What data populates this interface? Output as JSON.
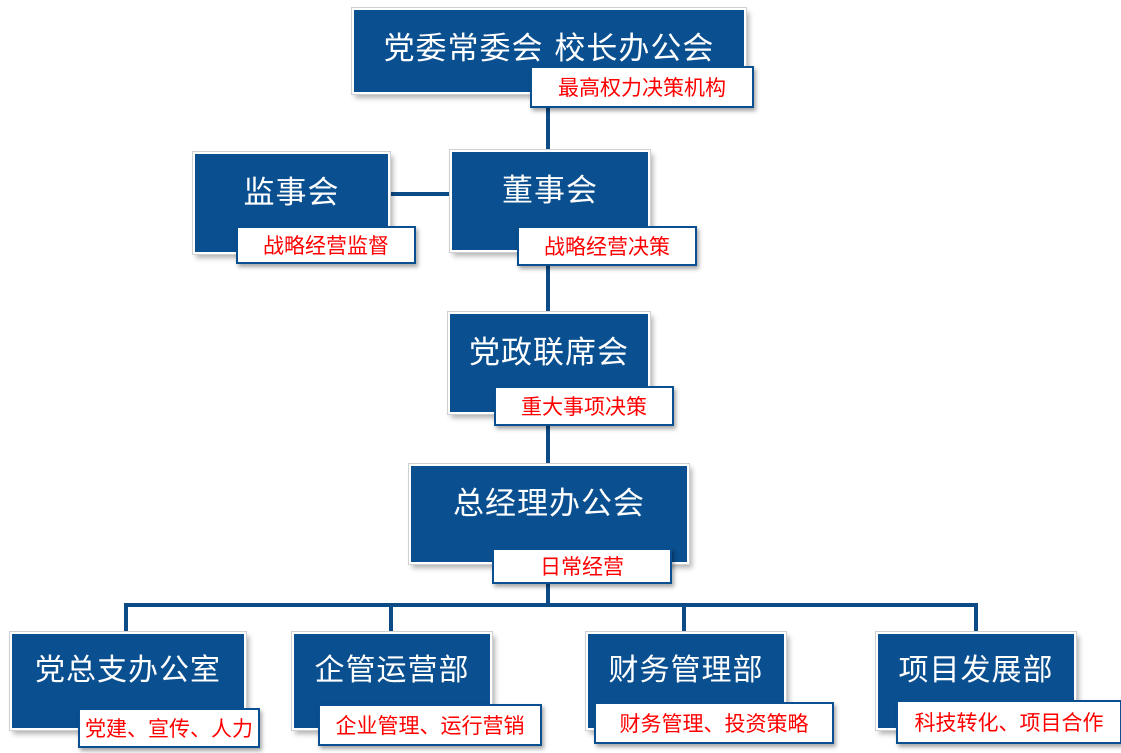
{
  "top": {
    "title": "党委常委会  校长办公会",
    "tag": "最高权力决策机构"
  },
  "supervisory": {
    "title": "监事会",
    "tag": "战略经营监督"
  },
  "board": {
    "title": "董事会",
    "tag": "战略经营决策"
  },
  "joint": {
    "title": "党政联席会",
    "tag": "重大事项决策"
  },
  "gm": {
    "title": "总经理办公会",
    "tag": "日常经营"
  },
  "departments": [
    {
      "title": "党总支办公室",
      "tag": "党建、宣传、人力"
    },
    {
      "title": "企管运营部",
      "tag": "企业管理、运行营销"
    },
    {
      "title": "财务管理部",
      "tag": "财务管理、投资策略"
    },
    {
      "title": "项目发展部",
      "tag": "科技转化、项目合作"
    }
  ],
  "colors": {
    "node_fill": "#0a4f8f",
    "line": "#0d4b87",
    "tag_text": "#ff0000"
  }
}
